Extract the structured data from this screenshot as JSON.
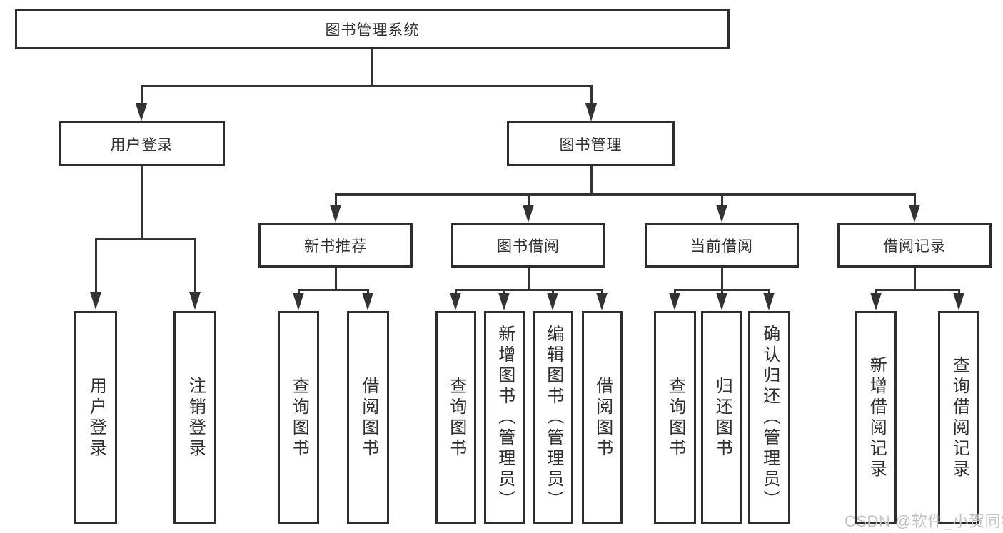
{
  "diagram": {
    "root": "图书管理系统",
    "level1": [
      "用户登录",
      "图书管理"
    ],
    "level2": [
      "新书推荐",
      "图书借阅",
      "当前借阅",
      "借阅记录"
    ],
    "leaves": {
      "user_login": [
        "用户登录",
        "注销登录"
      ],
      "new_book_recommend": [
        "查询图书",
        "借阅图书"
      ],
      "book_borrow": [
        "查询图书",
        "新增图书（管理员）",
        "编辑图书（管理员）",
        "借阅图书"
      ],
      "current_borrow": [
        "查询图书",
        "归还图书",
        "确认归还（管理员）"
      ],
      "borrow_records": [
        "新增借阅记录",
        "查询借阅记录"
      ]
    },
    "watermark": "CSDN @软件_小贺同学",
    "colors": {
      "line": "#333333",
      "border": "#2d2d2d",
      "text": "#2f2f2f",
      "background": "#ffffff",
      "watermark": "#c3c3c3"
    }
  }
}
